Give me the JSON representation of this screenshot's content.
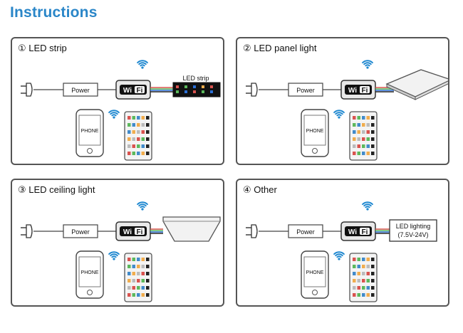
{
  "page": {
    "title": "Instructions"
  },
  "panels": [
    {
      "title": "① LED strip",
      "device_label": "LED strip",
      "type": "strip"
    },
    {
      "title": "② LED panel light",
      "type": "panel"
    },
    {
      "title": "③ LED ceiling light",
      "type": "ceiling"
    },
    {
      "title": "④ Other",
      "device_label_line1": "LED lighting",
      "device_label_line2": "(7.5V-24V)",
      "type": "other"
    }
  ],
  "common": {
    "power_label": "Power",
    "controller_label": "WiFi",
    "controller_label_part1": "Wi",
    "controller_label_part2": "Fi",
    "phone_label": "PHONE"
  },
  "colors": {
    "title": "#2a86c8",
    "wifi_signal": "#1f88d0",
    "border": "#555555"
  },
  "icons": [
    "plug-icon",
    "wifi-signal-icon",
    "wifi-controller-icon",
    "phone-icon",
    "remote-control-icon"
  ]
}
